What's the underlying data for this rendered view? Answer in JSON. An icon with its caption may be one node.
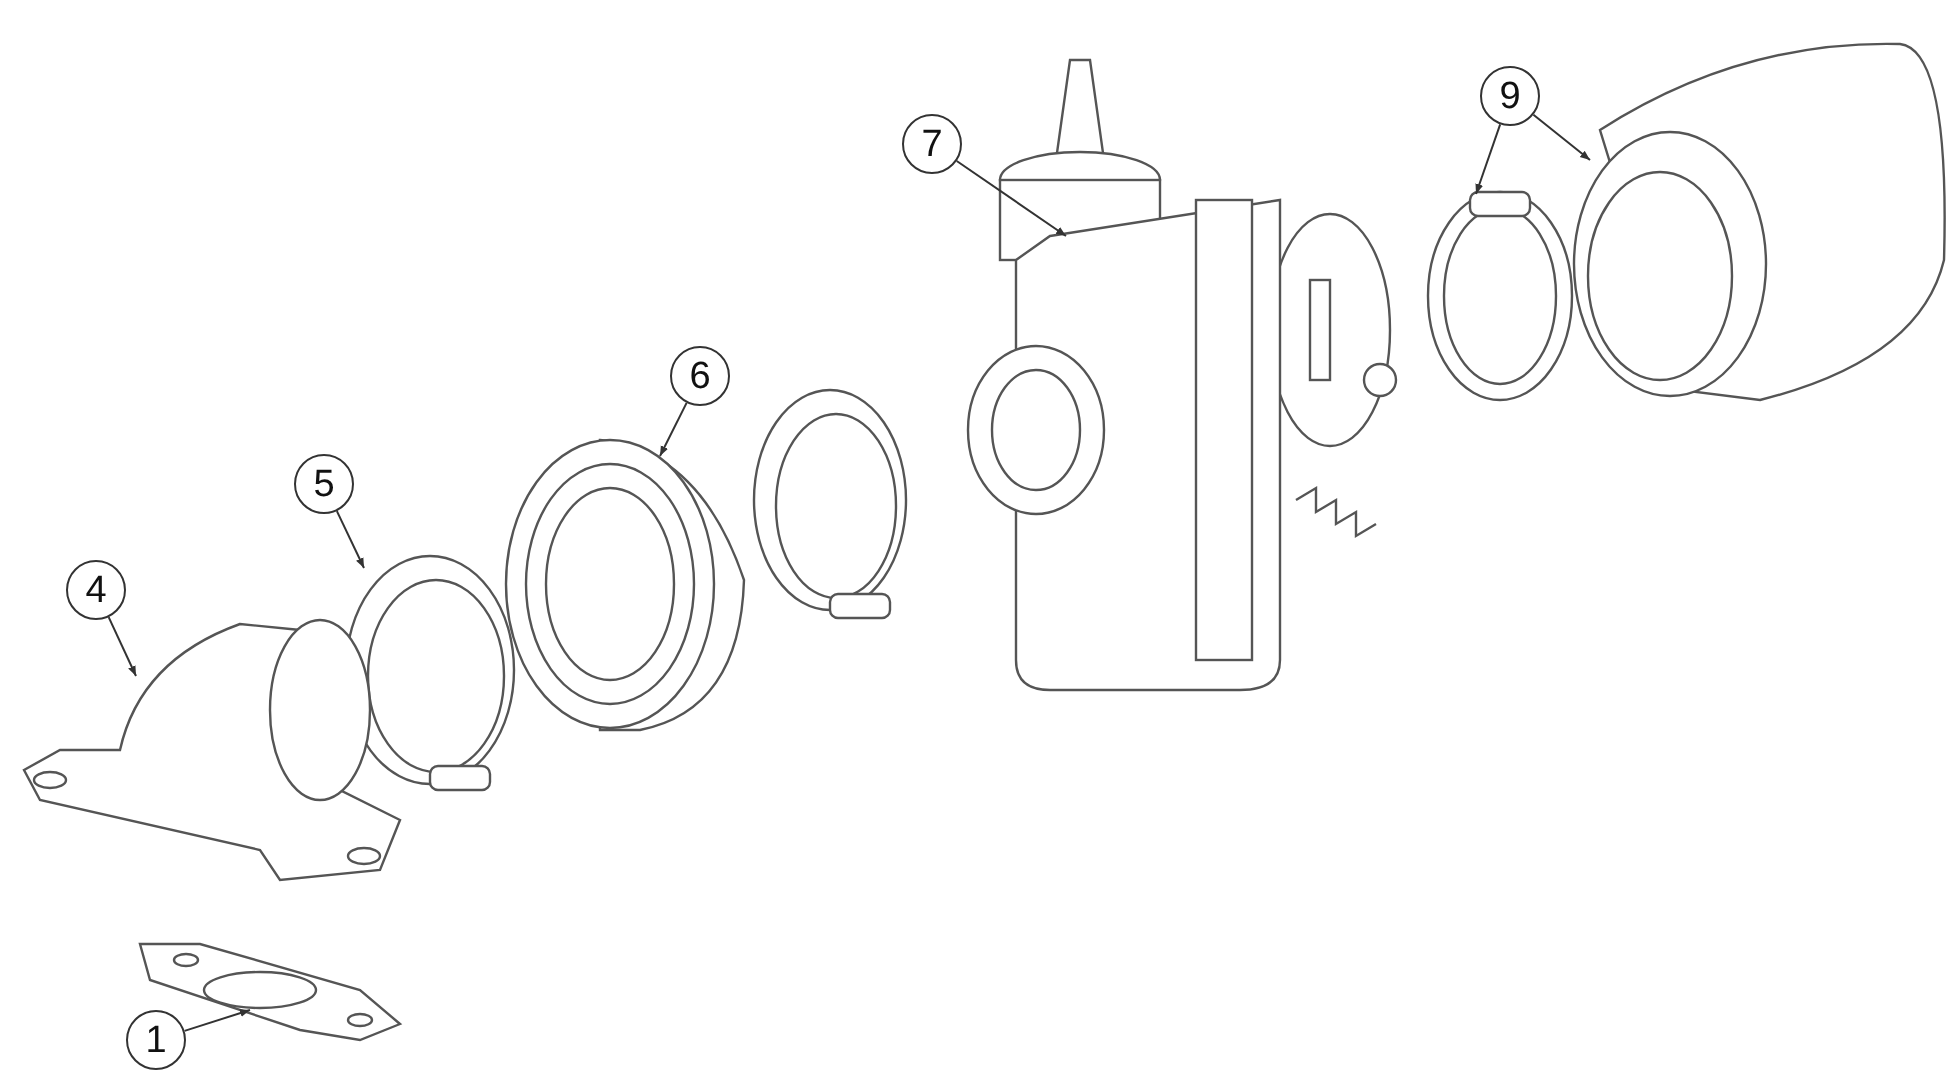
{
  "diagram": {
    "nodes": [
      {
        "text": [
          "7"
        ]
      },
      {
        "text": [
          "9"
        ]
      },
      {
        "text": [
          "6"
        ]
      },
      {
        "text": [
          "5"
        ]
      },
      {
        "text": [
          "4"
        ]
      },
      {
        "text": [
          "1"
        ]
      },
      {
        "text": [],
        "shape": "picture"
      },
      {
        "text": [],
        "shape": "picture"
      },
      {
        "text": [],
        "shape": "picture"
      },
      {
        "text": [],
        "shape": "picture"
      },
      {
        "text": [],
        "shape": "picture"
      },
      {
        "text": [],
        "shape": "picture"
      },
      {
        "text": [],
        "shape": "picture"
      }
    ],
    "edges": [
      {
        "from": 0,
        "to": 6,
        "arrow": "to"
      },
      {
        "from": 1,
        "to": 7,
        "arrow": "to"
      },
      {
        "from": 1,
        "to": 8,
        "arrow": "to"
      },
      {
        "from": 2,
        "to": 9,
        "arrow": "to"
      },
      {
        "from": 3,
        "to": 10,
        "arrow": "to"
      },
      {
        "from": 4,
        "to": 11,
        "arrow": "to"
      },
      {
        "from": 5,
        "to": 12,
        "arrow": "to"
      }
    ]
  }
}
